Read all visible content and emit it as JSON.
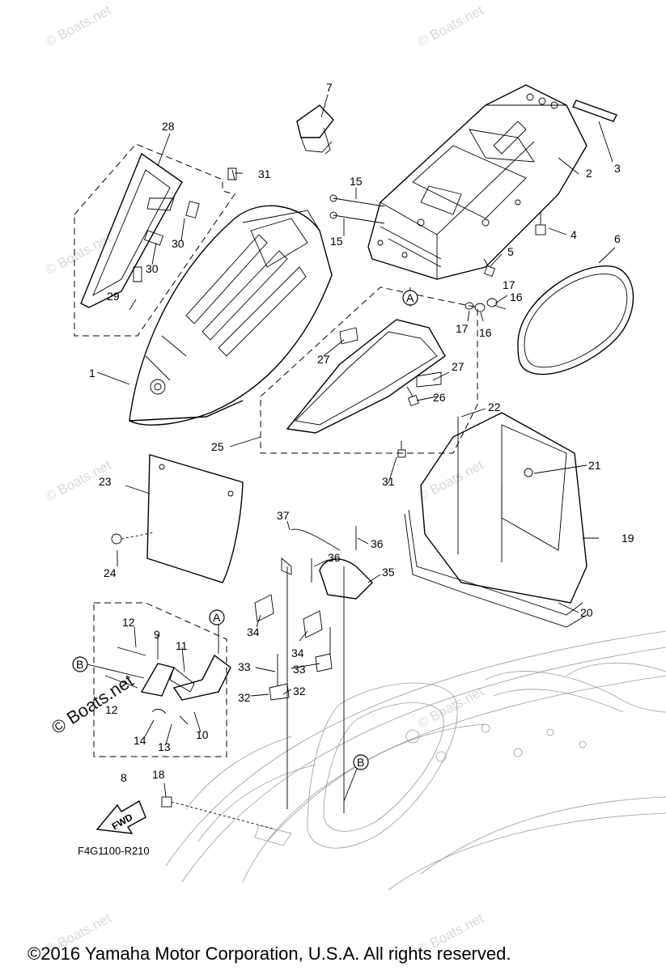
{
  "watermark": {
    "text": "© Boats.net",
    "large_text": "© Boats.net"
  },
  "diagram_code": "F4G1100-R210",
  "fwd_label": "FWD",
  "copyright": "©2016 Yamaha Motor Corporation, U.S.A. All rights reserved.",
  "callouts": [
    "A",
    "A",
    "B",
    "B"
  ],
  "parts": [
    {
      "num": "1"
    },
    {
      "num": "2"
    },
    {
      "num": "3"
    },
    {
      "num": "4"
    },
    {
      "num": "5"
    },
    {
      "num": "6"
    },
    {
      "num": "7"
    },
    {
      "num": "8"
    },
    {
      "num": "9"
    },
    {
      "num": "10"
    },
    {
      "num": "11"
    },
    {
      "num": "12"
    },
    {
      "num": "12"
    },
    {
      "num": "13"
    },
    {
      "num": "14"
    },
    {
      "num": "15"
    },
    {
      "num": "15"
    },
    {
      "num": "16"
    },
    {
      "num": "16"
    },
    {
      "num": "17"
    },
    {
      "num": "17"
    },
    {
      "num": "18"
    },
    {
      "num": "19"
    },
    {
      "num": "20"
    },
    {
      "num": "21"
    },
    {
      "num": "22"
    },
    {
      "num": "23"
    },
    {
      "num": "24"
    },
    {
      "num": "25"
    },
    {
      "num": "26"
    },
    {
      "num": "27"
    },
    {
      "num": "27"
    },
    {
      "num": "28"
    },
    {
      "num": "29"
    },
    {
      "num": "30"
    },
    {
      "num": "30"
    },
    {
      "num": "31"
    },
    {
      "num": "31"
    },
    {
      "num": "32"
    },
    {
      "num": "32"
    },
    {
      "num": "33"
    },
    {
      "num": "33"
    },
    {
      "num": "34"
    },
    {
      "num": "34"
    },
    {
      "num": "35"
    },
    {
      "num": "36"
    },
    {
      "num": "36"
    },
    {
      "num": "37"
    }
  ]
}
